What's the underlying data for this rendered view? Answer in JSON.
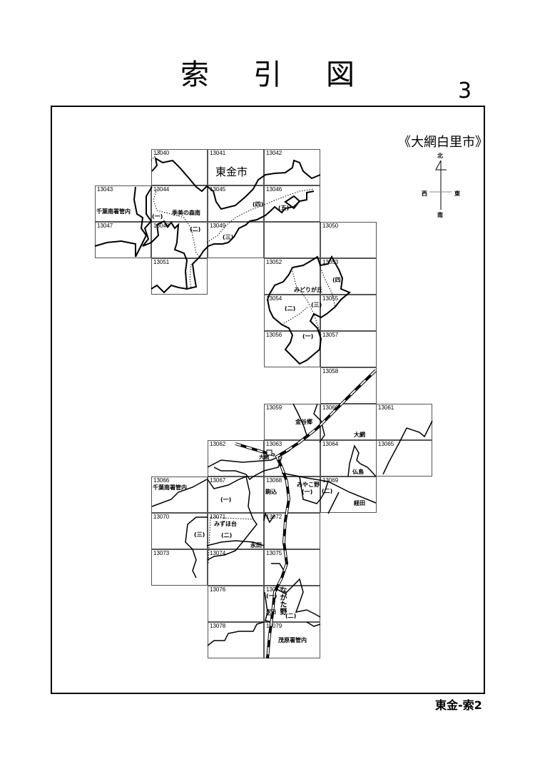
{
  "header": {
    "title": "索引図",
    "page_number": "3"
  },
  "footer": {
    "sheet_code": "東金-索2"
  },
  "city_label": "《大網白里市》",
  "compass": {
    "north": "北",
    "west": "西",
    "east": "東",
    "south": "南"
  },
  "cells": [
    "13040",
    "13041",
    "13042",
    "13043",
    "13044",
    "13045",
    "13046",
    "13047",
    "13048",
    "13049",
    "",
    "13050",
    "13051",
    "13052",
    "13053",
    "13054",
    "13055",
    "13056",
    "13057",
    "13058",
    "13059",
    "13060",
    "13061",
    "13062",
    "13063",
    "13064",
    "13065",
    "13066",
    "13067",
    "13068",
    "13069",
    "13070",
    "13071",
    "13072",
    "13073",
    "13074",
    "13075",
    "13076",
    "13077",
    "13078",
    "13079"
  ],
  "place_labels": {
    "togane_city": "東金市",
    "chiba_minami_north": "千葉南署管内",
    "kiminomori_minami": "季美の森南",
    "k1": "(一)",
    "k2": "(二)",
    "k3": "(三)",
    "k4": "(四)",
    "k5": "(五)",
    "midorigaoka": "みどりが丘",
    "m1": "(一)",
    "m2": "(二)",
    "m3": "(三)",
    "m4": "(四)",
    "kanayago": "金谷郷",
    "oami": "大網",
    "oami_station": "大網",
    "hotokejima": "仏島",
    "chiba_minami_south": "千葉南署管内",
    "komagome": "駒込",
    "miyakono": "みやこ野",
    "y1": "(一)",
    "y2": "(二)",
    "kyoden": "経田",
    "c67_1": "(一)",
    "mizuhodai": "みずほ台",
    "z2": "(二)",
    "z3": "(三)",
    "nagata": "永田",
    "nagatano": "ながた野",
    "n1": "(一)",
    "n2": "(二)",
    "nagata_station": "永田",
    "mobara": "茂原署管内"
  }
}
